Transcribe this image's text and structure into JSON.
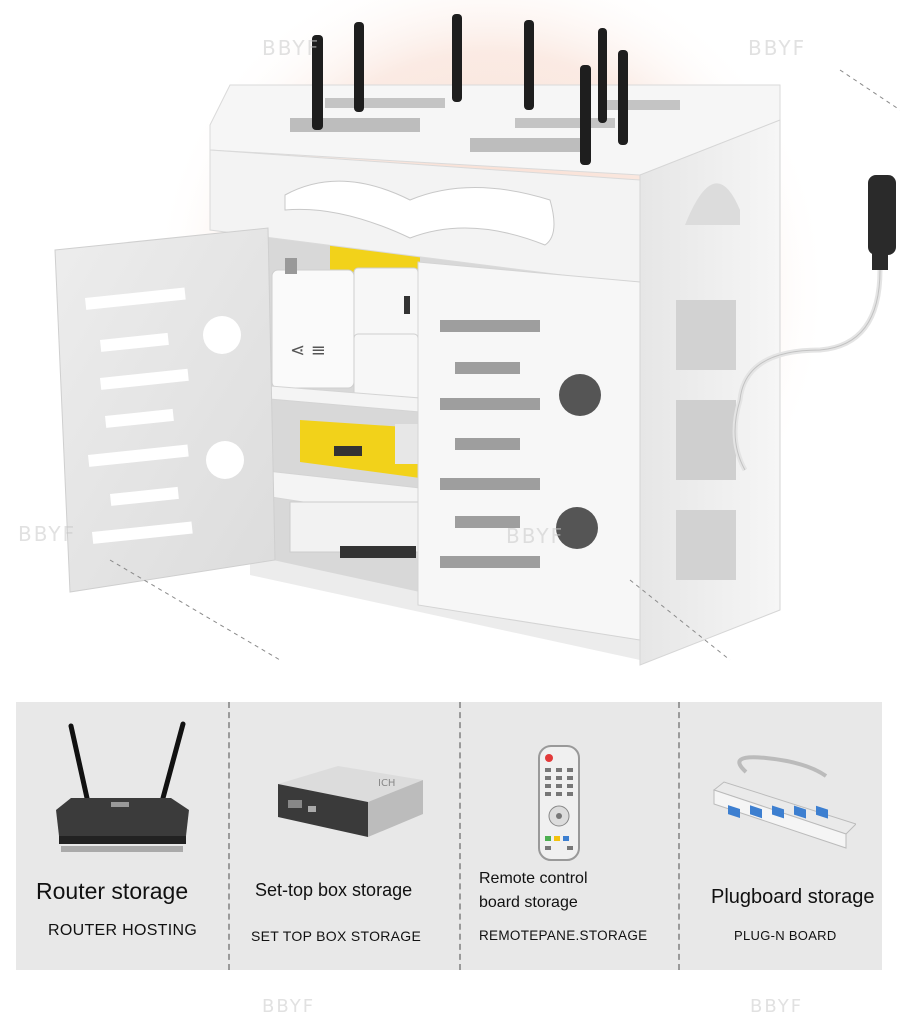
{
  "watermark": "BBYF",
  "features": [
    {
      "title": "Router storage",
      "subtitle": "ROUTER HOSTING",
      "icon": "router-icon"
    },
    {
      "title": "Set-top box storage",
      "subtitle": "SET TOP BOX STORAGE",
      "icon": "set-top-box-icon"
    },
    {
      "title_line1": "Remote control",
      "title_line2": "board storage",
      "subtitle": "REMOTEPANE.STORAGE",
      "icon": "remote-control-icon"
    },
    {
      "title": "Plugboard storage",
      "subtitle": "PLUG-N BOARD",
      "icon": "power-strip-icon"
    }
  ],
  "colors": {
    "panel": "#e8e8e8",
    "cabinet": "#f4f4f4",
    "glow": "#f6d9cc",
    "antenna": "#1e1e1e",
    "accent_yellow": "#f2d21a",
    "plug_blue": "#3d7fd0"
  }
}
